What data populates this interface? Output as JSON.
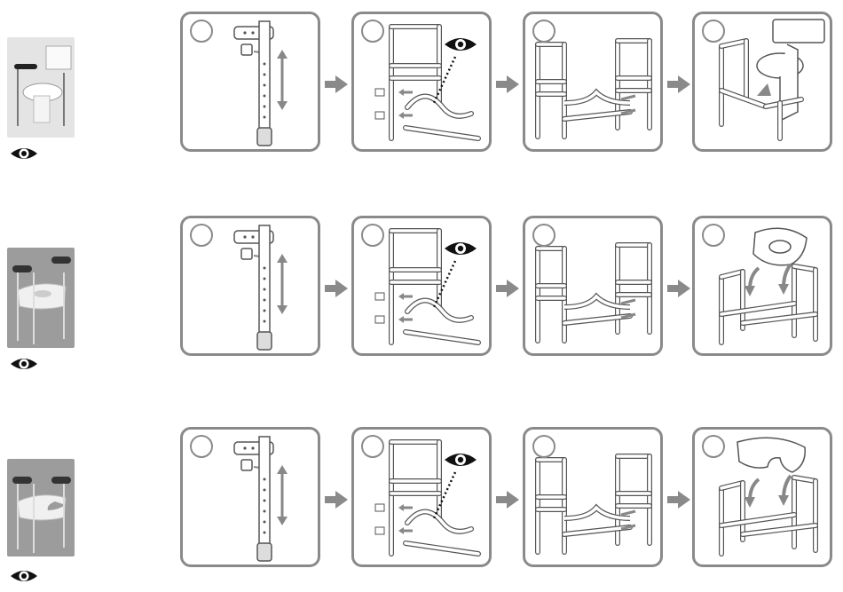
{
  "colors": {
    "panel_border": "#8a8a8a",
    "arrow": "#8a8a8a",
    "frame_stroke": "#555555",
    "eye": "#111111",
    "photo_bg": "#b9b9b9"
  },
  "rows": [
    {
      "variant": "toilet-frame",
      "photo": "commode-frame-over-toilet",
      "eye_icon": "eye-icon",
      "steps": [
        {
          "icon": "leg-height-adjust"
        },
        {
          "icon": "side-frame-assembly",
          "has_eye": true
        },
        {
          "icon": "frames-joined"
        },
        {
          "icon": "placed-over-toilet"
        }
      ]
    },
    {
      "variant": "raised-seat-frame",
      "photo": "frame-with-padded-seat",
      "eye_icon": "eye-icon",
      "steps": [
        {
          "icon": "leg-height-adjust"
        },
        {
          "icon": "side-frame-assembly",
          "has_eye": true
        },
        {
          "icon": "frames-joined"
        },
        {
          "icon": "seat-fitted-round-hole"
        }
      ]
    },
    {
      "variant": "open-front-seat-frame",
      "photo": "frame-with-horseshoe-seat",
      "eye_icon": "eye-icon",
      "steps": [
        {
          "icon": "leg-height-adjust"
        },
        {
          "icon": "side-frame-assembly",
          "has_eye": true
        },
        {
          "icon": "frames-joined"
        },
        {
          "icon": "seat-fitted-horseshoe"
        }
      ]
    }
  ]
}
